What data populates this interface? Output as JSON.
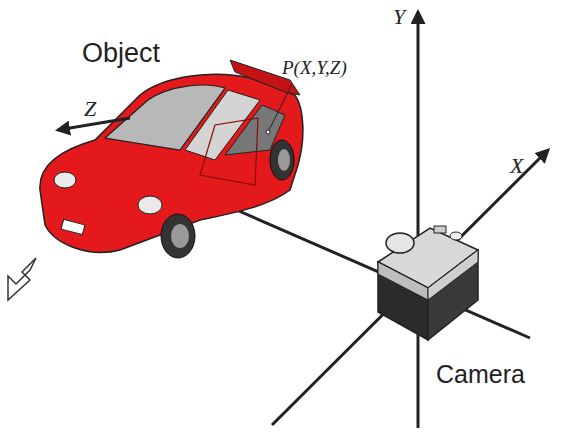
{
  "diagram": {
    "labels": [
      "Object",
      "P(X,Y,Z)",
      "Z",
      "Y",
      "X",
      "Camera"
    ]
  }
}
